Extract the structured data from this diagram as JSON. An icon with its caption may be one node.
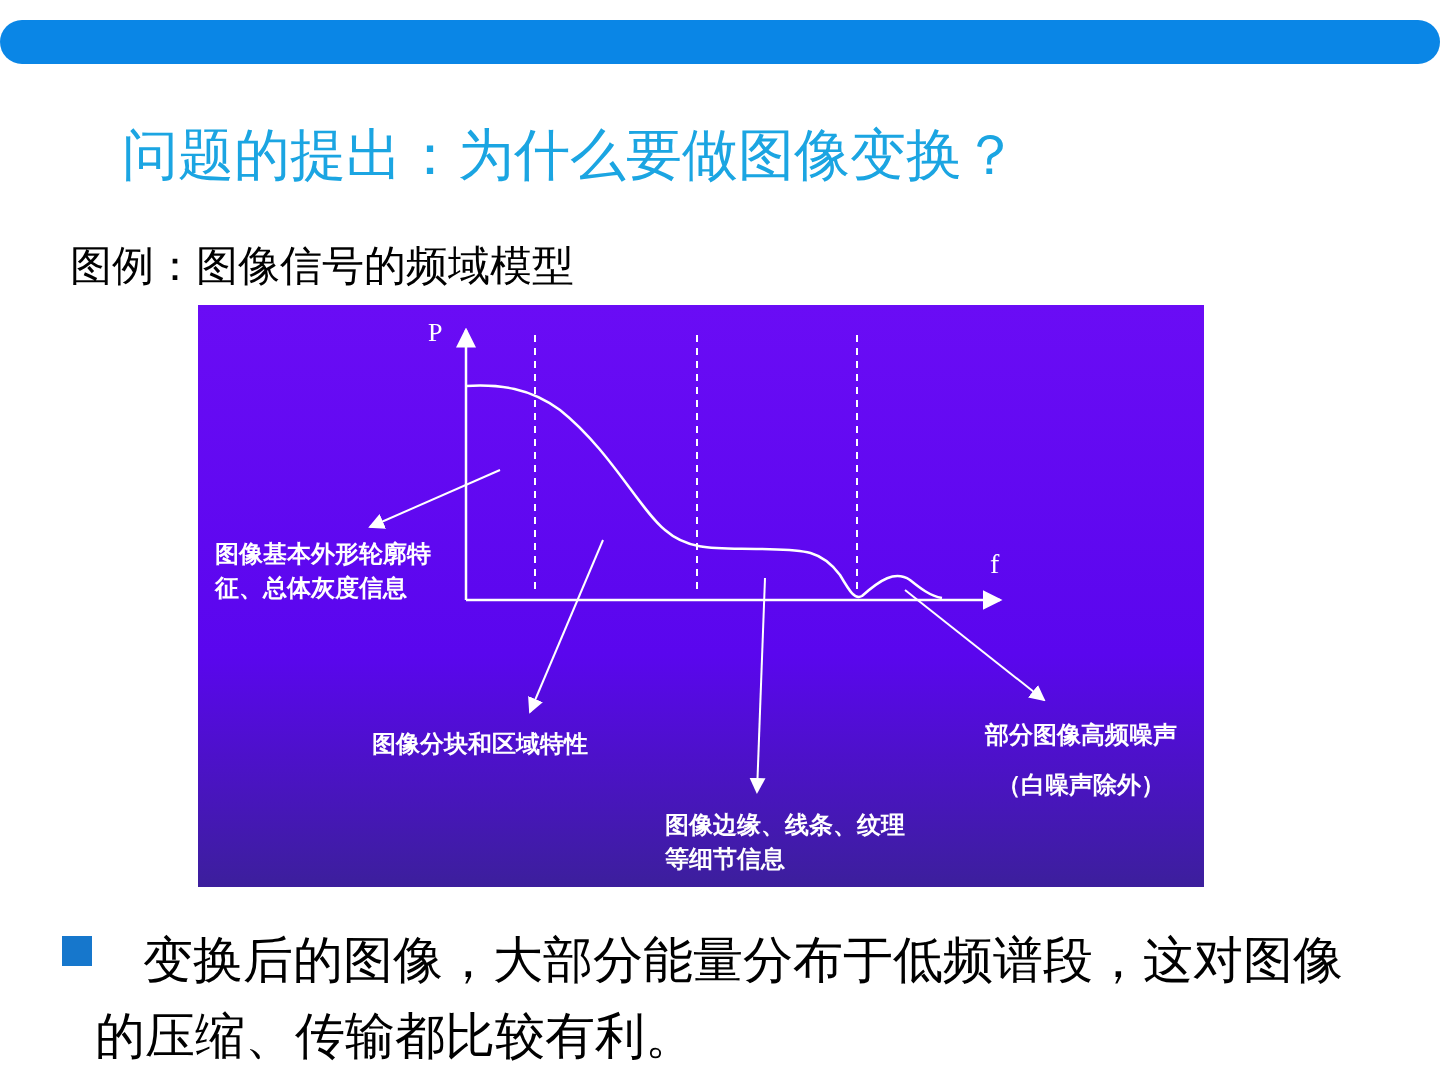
{
  "diagram": {
    "title": "问题的提出：为什么要做图像变换？",
    "nodes": [
      {
        "text": [],
        "shape": "picture"
      },
      {
        "text": [
          "图像基本外形轮廓特征、总体灰度信息"
        ]
      },
      {
        "text": [
          "图像分块和区域特性"
        ]
      },
      {
        "text": [
          "图像边缘、线条、纹理等细节信息"
        ]
      },
      {
        "text": [
          "部分图像高频噪声",
          "（白噪声除外）"
        ]
      }
    ],
    "edges": [
      {
        "from": 0,
        "to": 1,
        "arrow": "to"
      },
      {
        "from": 0,
        "to": 2,
        "arrow": "to"
      },
      {
        "from": 0,
        "to": 3,
        "arrow": "to"
      },
      {
        "from": 0,
        "to": 4,
        "arrow": "to"
      }
    ],
    "labels": [
      "图例：图像信号的频域模型",
      "P",
      "f",
      "变换后的图像，大部分能量分布于低频谱段，这对图像的压缩、传输都比较有利。"
    ]
  }
}
